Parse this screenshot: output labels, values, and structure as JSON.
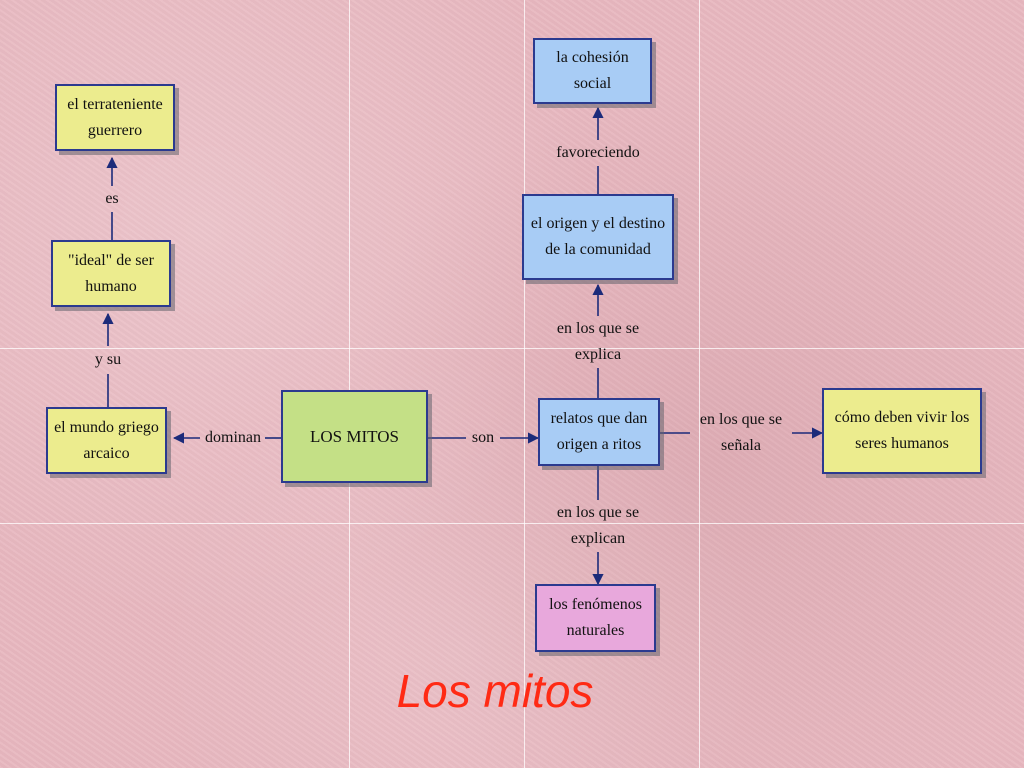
{
  "title": "Los mitos",
  "colors": {
    "accent_title": "#ff2a14",
    "node_border": "#2b3a8f",
    "background": "#e8b8c0"
  },
  "nodes": {
    "center": "LOS MITOS",
    "mundo_griego": "el mundo griego arcaico",
    "ideal": "\"ideal\" de ser humano",
    "terrateniente": "el terrateniente guerrero",
    "relatos": "relatos que dan origen a ritos",
    "origen_destino": "el origen y el destino de la comunidad",
    "cohesion": "la cohesión social",
    "como_vivir": "cómo deben vivir los seres humanos",
    "fenomenos": "los fenómenos naturales"
  },
  "links": {
    "dominan": "dominan",
    "y_su": "y su",
    "es": "es",
    "son": "son",
    "explica": "en los que se explica",
    "favoreciendo": "favoreciendo",
    "senala": "en los que se señala",
    "explican": "en los que se explican"
  }
}
